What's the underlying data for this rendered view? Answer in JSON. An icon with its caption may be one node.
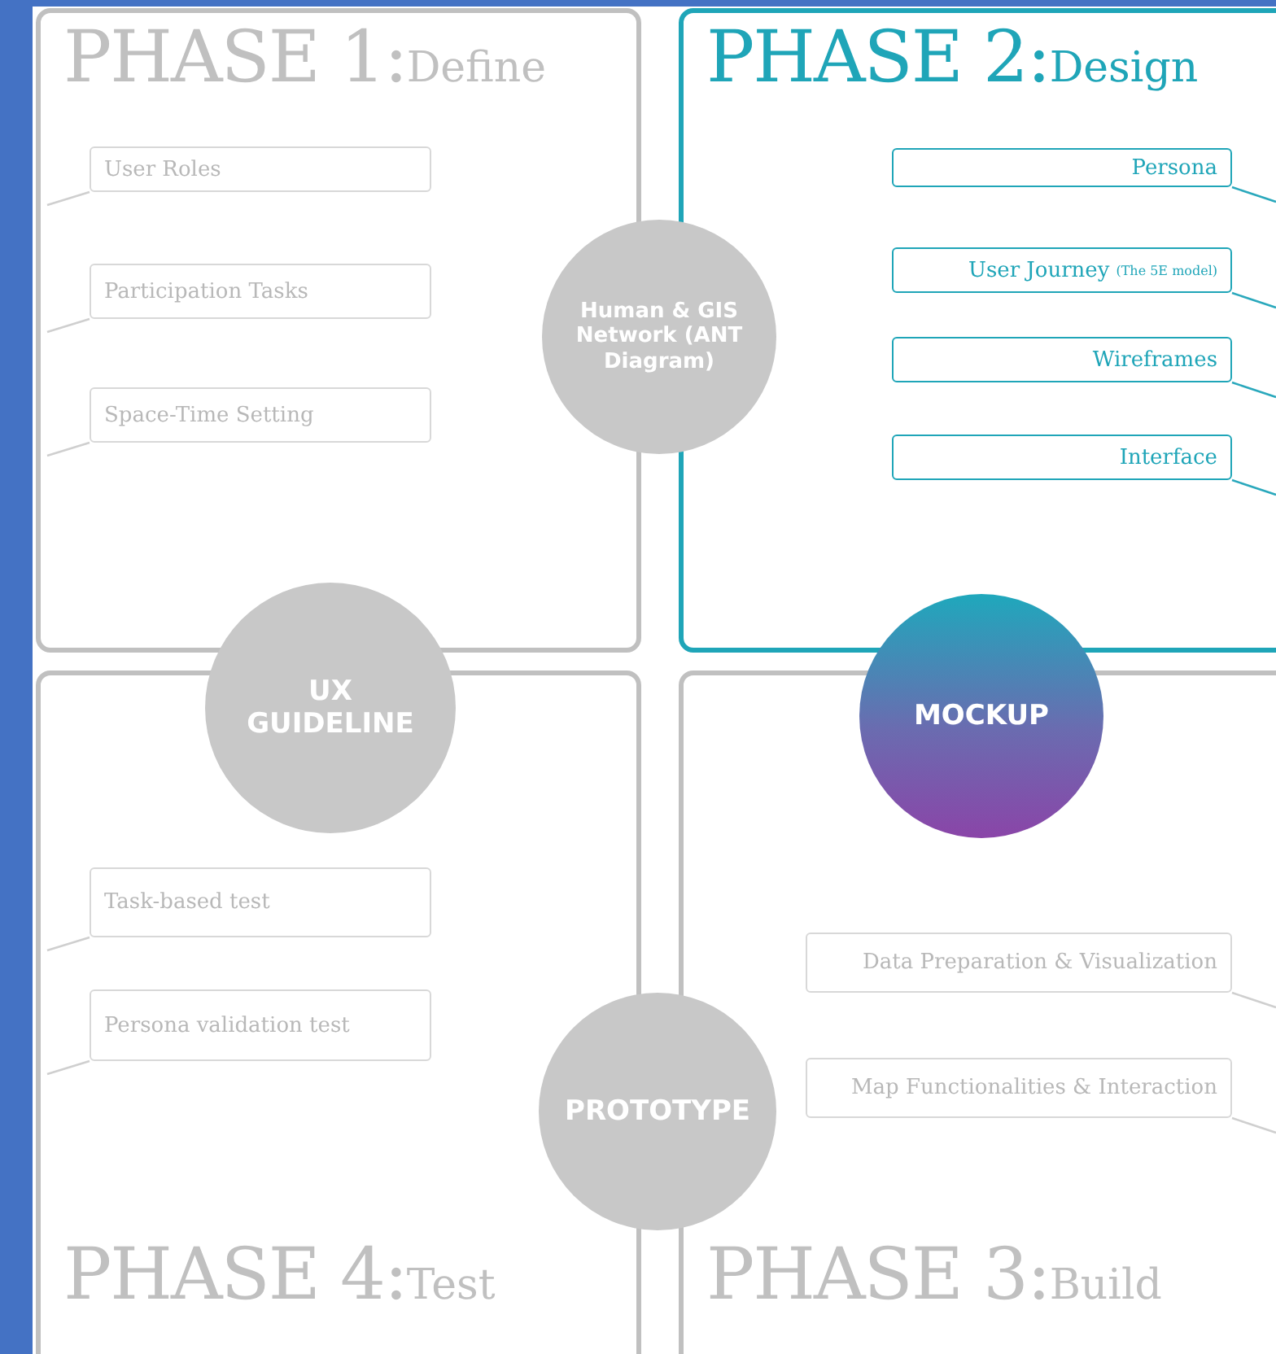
{
  "diagram": {
    "nodes": [
      {
        "text": [
          "PHASE 1:",
          "Define"
        ]
      },
      {
        "text": [
          "User Roles"
        ],
        "in": 0
      },
      {
        "text": [
          "Participation Tasks"
        ],
        "in": 0
      },
      {
        "text": [
          "Space-Time Setting"
        ],
        "in": 0
      },
      {
        "text": [
          "PHASE 2:",
          "Design"
        ]
      },
      {
        "text": [
          "Persona"
        ],
        "in": 4
      },
      {
        "text": [
          "User Journey",
          "(The 5E model)"
        ],
        "in": 4
      },
      {
        "text": [
          "Wireframes"
        ],
        "in": 4
      },
      {
        "text": [
          "Interface"
        ],
        "in": 4
      },
      {
        "text": [
          "Human & GIS Network (ANT Diagram)"
        ]
      },
      {
        "text": [
          "UX GUIDELINE"
        ]
      },
      {
        "text": [
          "MOCKUP"
        ]
      },
      {
        "text": [
          "PHASE 4:",
          "Test"
        ]
      },
      {
        "text": [
          "Task-based test"
        ],
        "in": 12
      },
      {
        "text": [
          "Persona validation test"
        ],
        "in": 12
      },
      {
        "text": [
          "PROTOTYPE"
        ]
      },
      {
        "text": [
          "PHASE 3:",
          "Build"
        ]
      },
      {
        "text": [
          "Data Preparation & Visualization"
        ],
        "in": 16
      },
      {
        "text": [
          "Map Functionalities & Interaction"
        ],
        "in": 16
      }
    ],
    "edges": [
      {
        "from": 1,
        "to": null,
        "arrow": "none"
      },
      {
        "from": 2,
        "to": null,
        "arrow": "none"
      },
      {
        "from": 3,
        "to": null,
        "arrow": "none"
      },
      {
        "from": 5,
        "to": null,
        "arrow": "none",
        "color": "#2aa8bc"
      },
      {
        "from": 6,
        "to": null,
        "arrow": "none",
        "color": "#2aa8bc"
      },
      {
        "from": 7,
        "to": null,
        "arrow": "none",
        "color": "#2aa8bc"
      },
      {
        "from": 8,
        "to": null,
        "arrow": "none",
        "color": "#2aa8bc"
      },
      {
        "from": 13,
        "to": null,
        "arrow": "none"
      },
      {
        "from": 14,
        "to": null,
        "arrow": "none"
      },
      {
        "from": 17,
        "to": null,
        "arrow": "none"
      },
      {
        "from": 18,
        "to": null,
        "arrow": "none"
      }
    ]
  }
}
